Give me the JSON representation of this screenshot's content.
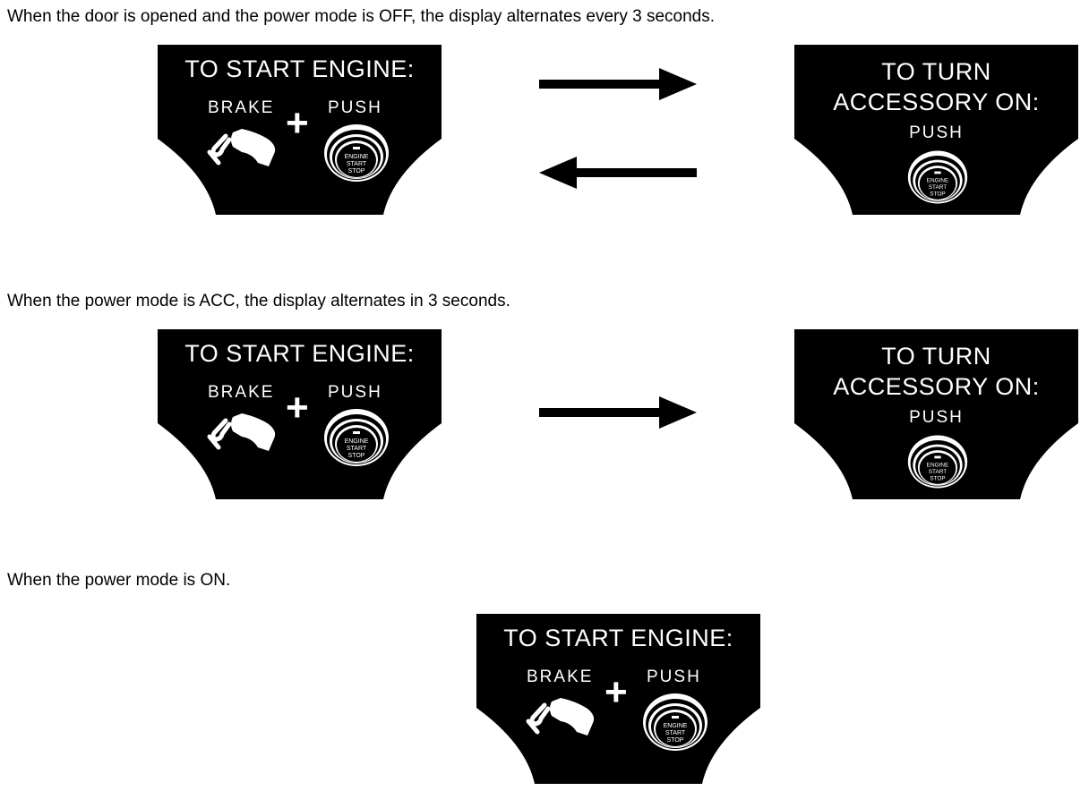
{
  "captions": {
    "off": "When the door is opened and the power mode is OFF, the display alternates every 3 seconds.",
    "acc": "When the power mode is ACC, the display alternates in 3 seconds.",
    "on": "When the power mode is ON."
  },
  "start_panel": {
    "title": "TO START ENGINE:",
    "brake_label": "BRAKE",
    "plus": "+",
    "push_label": "PUSH"
  },
  "accessory_panel": {
    "title_line1": "TO TURN",
    "title_line2": "ACCESSORY ON:",
    "push_label": "PUSH"
  },
  "engine_button": {
    "line1": "ENGINE",
    "line2": "START",
    "line3": "STOP"
  },
  "colors": {
    "panel": "#000000",
    "text": "#ffffff"
  }
}
